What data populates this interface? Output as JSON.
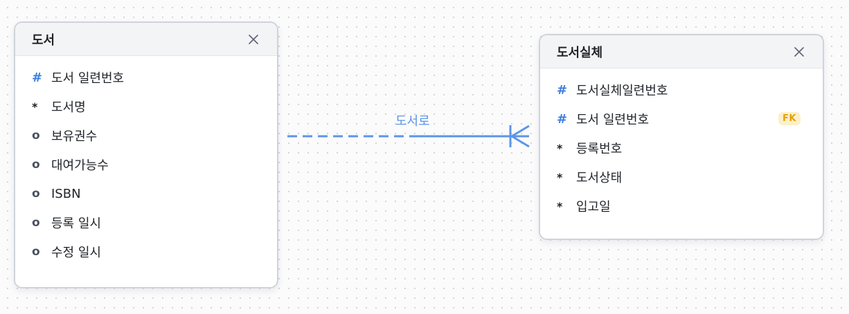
{
  "entities": [
    {
      "title": "도서",
      "attributes": [
        {
          "marker": "#",
          "kind": "pk",
          "name": "도서 일련번호"
        },
        {
          "marker": "*",
          "kind": "mandatory",
          "name": "도서명"
        },
        {
          "marker": "o",
          "kind": "optional",
          "name": "보유권수"
        },
        {
          "marker": "o",
          "kind": "optional",
          "name": "대여가능수"
        },
        {
          "marker": "o",
          "kind": "optional",
          "name": "ISBN"
        },
        {
          "marker": "o",
          "kind": "optional",
          "name": "등록 일시"
        },
        {
          "marker": "o",
          "kind": "optional",
          "name": "수정 일시"
        }
      ]
    },
    {
      "title": "도서실체",
      "attributes": [
        {
          "marker": "#",
          "kind": "pk",
          "name": "도서실체일련번호"
        },
        {
          "marker": "#",
          "kind": "pk",
          "name": "도서 일련번호",
          "badge": "FK"
        },
        {
          "marker": "*",
          "kind": "mandatory",
          "name": "등록번호"
        },
        {
          "marker": "*",
          "kind": "mandatory",
          "name": "도서상태"
        },
        {
          "marker": "*",
          "kind": "mandatory",
          "name": "입고일"
        }
      ]
    }
  ],
  "relationship": {
    "label": "도서로",
    "from_entity": "도서",
    "to_entity": "도서실체",
    "from_end": "optional-one",
    "to_end": "mandatory-many",
    "color": "#5c95e8"
  },
  "colors": {
    "pk_marker": "#3b7ddd",
    "fk_badge_bg": "#fdf0c8",
    "fk_badge_text": "#e0a20d"
  },
  "icons": {
    "close": "close-icon"
  }
}
